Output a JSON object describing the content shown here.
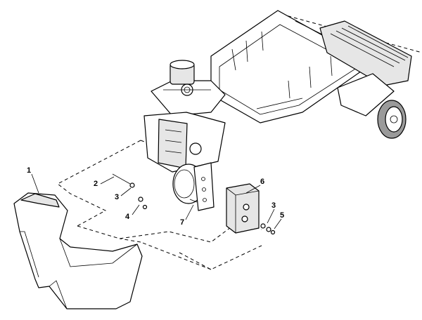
{
  "callouts": {
    "c1": "1",
    "c2": "2",
    "c3a": "3",
    "c3b": "3",
    "c4": "4",
    "c5": "5",
    "c6": "6",
    "c7": "7"
  },
  "parts": {
    "chassis": "chassis-frame-icon",
    "motor": "drive-motor-icon",
    "wheel": "drive-wheel-icon",
    "caster": "caster-wheel-icon",
    "bumper": "bumper-cover-icon",
    "bracket": "bracket-icon",
    "fasteners": "fastener-icon"
  },
  "colors": {
    "line": "#000000",
    "background": "#ffffff",
    "shade": "#e6e6e6"
  }
}
